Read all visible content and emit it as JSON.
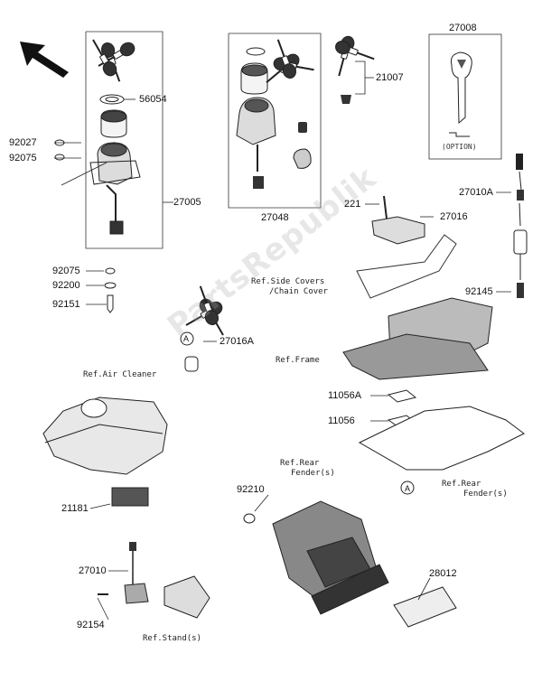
{
  "part_numbers": {
    "p56054": "56054",
    "p92027": "92027",
    "p92075_a": "92075",
    "p27005": "27005",
    "p92075_b": "92075",
    "p92200": "92200",
    "p92151": "92151",
    "p27048": "27048",
    "p21007": "21007",
    "p27008": "27008",
    "p27010A": "27010A",
    "p221": "221",
    "p27016": "27016",
    "p92145": "92145",
    "p27016A": "27016A",
    "p11056A": "11056A",
    "p11056": "11056",
    "p21181": "21181",
    "p92210": "92210",
    "p27010": "27010",
    "p92154": "92154",
    "p28012": "28012"
  },
  "references": {
    "side_covers_line1": "Ref.Side Covers",
    "side_covers_line2": "/Chain Cover",
    "frame": "Ref.Frame",
    "air_cleaner": "Ref.Air Cleaner",
    "rear_fender_top_line1": "Ref.Rear",
    "rear_fender_top_line2": "Fender(s)",
    "rear_fender_right_line1": "Ref.Rear",
    "rear_fender_right_line2": "Fender(s)",
    "stand": "Ref.Stand(s)"
  },
  "option_label": "(OPTION)",
  "callout_a1": "A",
  "callout_a2": "A",
  "watermark": "PartsRepublik",
  "colors": {
    "line": "#222222",
    "fill_light": "#e8e8e8",
    "fill_dark": "#555555",
    "watermark": "#aaaaaa"
  },
  "icons": [
    "direction-arrow-icon",
    "ignition-key-icon",
    "lock-cylinder-icon",
    "bracket-icon",
    "reflector-icon"
  ]
}
